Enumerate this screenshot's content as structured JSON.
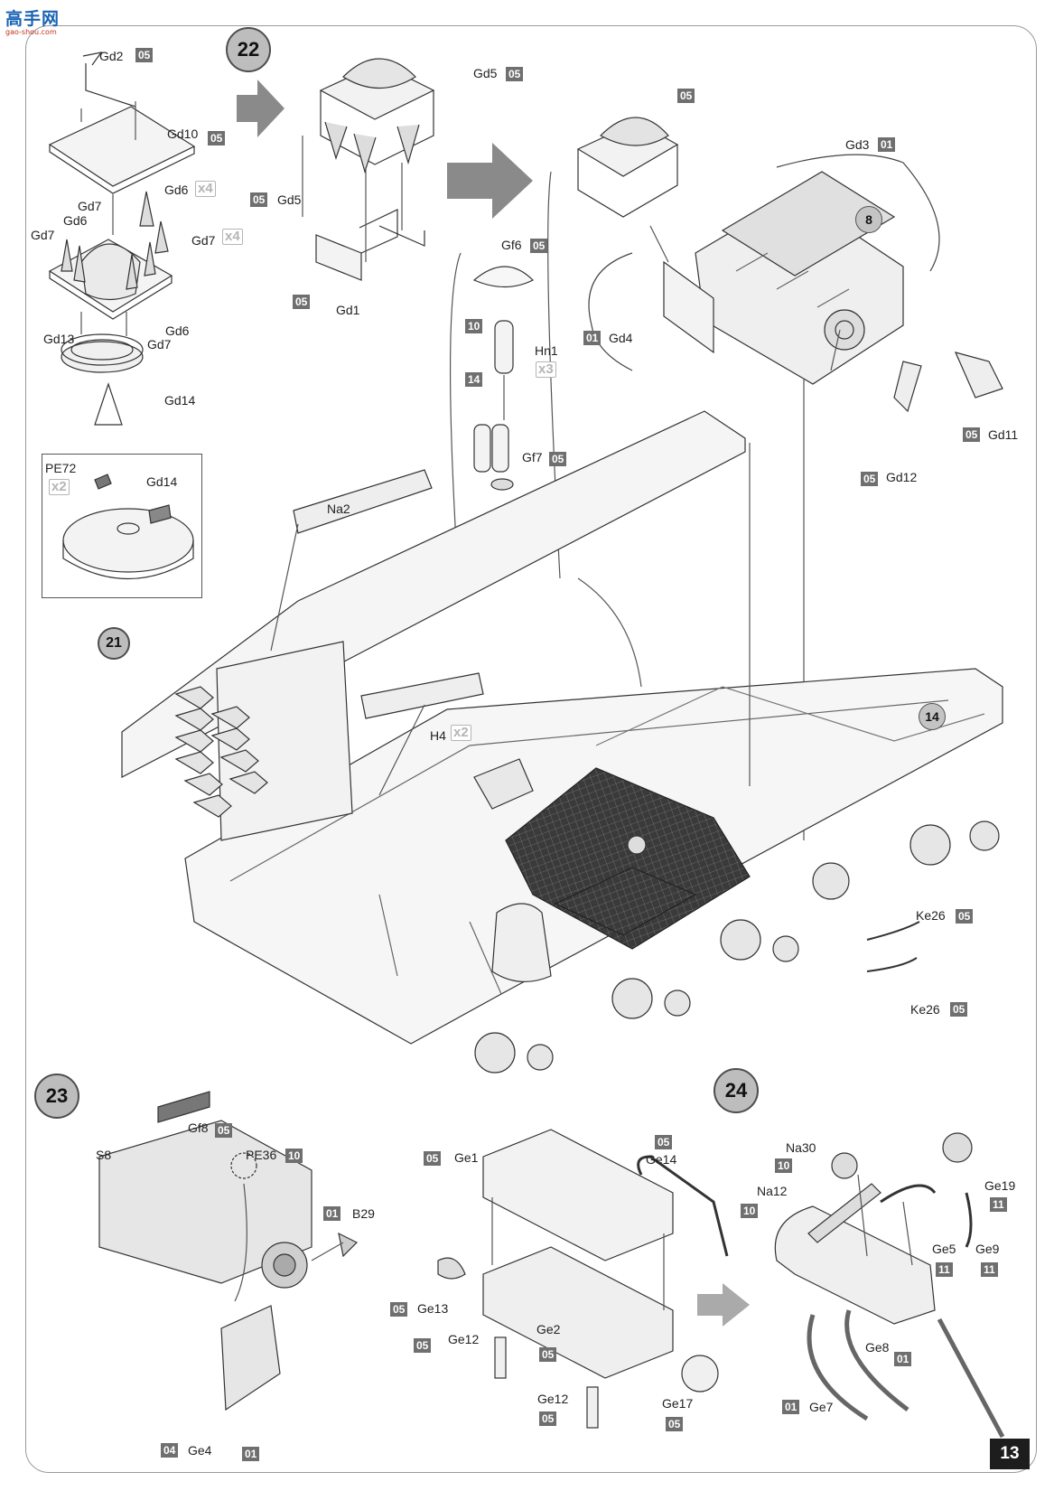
{
  "watermark": {
    "site_name": "高手网",
    "site_url": "gao-shou.com"
  },
  "page_number": "13",
  "steps": {
    "s21": "21",
    "s22": "22",
    "s23": "23",
    "s24": "24"
  },
  "refs": {
    "r8": "8",
    "r14": "14"
  },
  "labels": {
    "gd2": "Gd2",
    "gd10": "Gd10",
    "gd6a": "Gd6",
    "gd7a": "Gd7",
    "gd7b": "Gd7",
    "gd6b": "Gd6",
    "gd7c": "Gd7",
    "gd13": "Gd13",
    "gd6c": "Gd6",
    "gd7d": "Gd7",
    "gd14a": "Gd14",
    "pe72": "PE72",
    "gd14b": "Gd14",
    "gd5a": "Gd5",
    "gd5b": "Gd5",
    "gd1": "Gd1",
    "gf6": "Gf6",
    "hn1": "Hn1",
    "gf7": "Gf7",
    "gd3": "Gd3",
    "gd4": "Gd4",
    "gd11": "Gd11",
    "gd12": "Gd12",
    "na2": "Na2",
    "h4": "H4",
    "ke26a": "Ke26",
    "ke26b": "Ke26",
    "gf8": "Gf8",
    "s8": "S8",
    "pe36": "PE36",
    "b29": "B29",
    "ge4": "Ge4",
    "ge1": "Ge1",
    "ge14": "Ge14",
    "ge13": "Ge13",
    "ge12a": "Ge12",
    "ge2": "Ge2",
    "ge12b": "Ge12",
    "ge17": "Ge17",
    "na30": "Na30",
    "na12": "Na12",
    "ge19": "Ge19",
    "ge5": "Ge5",
    "ge9": "Ge9",
    "ge8": "Ge8",
    "ge7": "Ge7"
  },
  "codes": {
    "c_gd2": "05",
    "c_gd10": "05",
    "c_gd5a": "05",
    "c_gd5b": "05",
    "c_gd1": "05",
    "c_top05": "05",
    "c_gf6": "05",
    "c_hn1a": "10",
    "c_hn1b": "14",
    "c_gf7": "05",
    "c_gd3": "01",
    "c_gd4": "01",
    "c_gd11": "05",
    "c_gd12": "05",
    "c_ke26a": "05",
    "c_ke26b": "05",
    "c_gf8": "05",
    "c_pe36": "10",
    "c_b29": "01",
    "c_ge4a": "04",
    "c_ge4b": "01",
    "c_ge1": "05",
    "c_ge14": "05",
    "c_ge13": "05",
    "c_ge12a": "05",
    "c_ge2": "05",
    "c_ge12b": "05",
    "c_ge17": "05",
    "c_na30": "10",
    "c_na12": "10",
    "c_ge19": "11",
    "c_ge5": "11",
    "c_ge9": "11",
    "c_ge8": "01",
    "c_ge7": "01"
  },
  "quantities": {
    "q_gd6": "x4",
    "q_gd7": "x4",
    "q_pe72": "x2",
    "q_hn1": "x3",
    "q_h4": "x2"
  },
  "colors": {
    "code_box": "#6f6f6f",
    "step_circle": "#bdbdbd",
    "line_art": "#333333",
    "arrow": "#8a8a8a",
    "deck_grid": "#2a2a2a"
  }
}
